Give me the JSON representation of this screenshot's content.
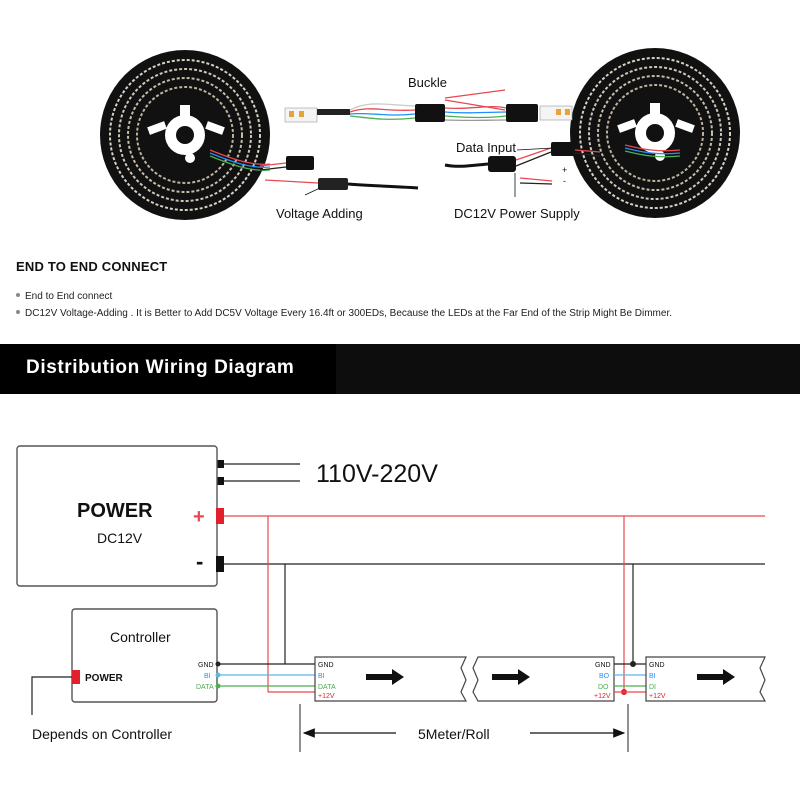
{
  "top": {
    "buckle_label": "Buckle",
    "data_input_label": "Data Input",
    "voltage_adding_label": "Voltage Adding",
    "power_supply_label": "DC12V Power Supply",
    "plus_sign": "+",
    "minus_sign": "-"
  },
  "section": {
    "title": "END TO END CONNECT",
    "bullets": [
      "End to End connect",
      "DC12V Voltage-Adding . It is Better to Add DC5V Voltage Every 16.4ft or 300EDs, Because the LEDs at the Far End of the Strip Might Be Dimmer."
    ]
  },
  "banner": {
    "title": "Distribution Wiring Diagram"
  },
  "diagram": {
    "mains_label": "110V-220V",
    "power_title": "POWER",
    "power_subtitle": "DC12V",
    "plus": "+",
    "minus": "-",
    "controller_title": "Controller",
    "controller_power": "POWER",
    "controller_pins": [
      "GND",
      "BI",
      "DATA"
    ],
    "strip1_pins": [
      "GND",
      "BI",
      "DATA",
      "+12V"
    ],
    "strip2_pins": [
      "GND",
      "BO",
      "DO",
      "+12V"
    ],
    "strip3_pins": [
      "GND",
      "BI",
      "DI",
      "+12V"
    ],
    "depends_label": "Depends on Controller",
    "length_label": "5Meter/Roll"
  },
  "colors": {
    "wire_red": "#e8494f",
    "wire_black": "#222222",
    "wire_blue": "#5bb8e6",
    "wire_green": "#4caf50",
    "reel": "#111111",
    "banner": "#0d0d0d"
  }
}
